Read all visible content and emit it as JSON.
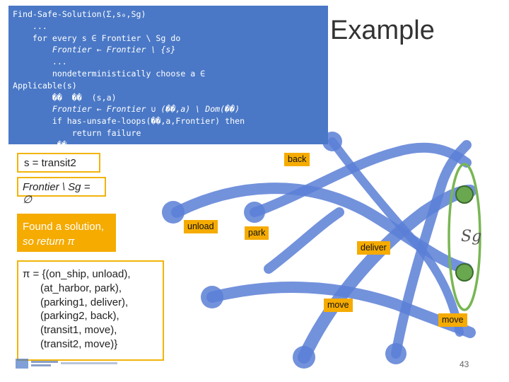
{
  "slide": {
    "title": "Example",
    "page_number": "43"
  },
  "code": {
    "lines": [
      "Find-Safe-Solution(Σ,s₀,Sg)",
      "    ...",
      "    for every s ∈ Frontier \\ Sg do",
      "        Frontier ← Frontier \\ {s}",
      "        ...",
      "        nondeterministically choose a ∈",
      "Applicable(s)",
      "        ��  ��  (s,a)",
      "        Frontier ← Frontier ∪ (��,a) \\ Dom(��)",
      "        if has-unsafe-loops(��,a,Frontier) then",
      "            return failure",
      "    ...  ��"
    ]
  },
  "boxes": {
    "s_value": "s = transit2",
    "frontier": "Frontier \\ Sg = ∅",
    "found_line1": "Found a solution,",
    "found_line2": "so return π"
  },
  "policy": {
    "lines": [
      "π = {(on_ship, unload),",
      "      (at_harbor, park),",
      "      (parking1, deliver),",
      "      (parking2, back),",
      "      (transit1, move),",
      "      (transit2, move)}"
    ]
  },
  "actions": {
    "back": "back",
    "unload": "unload",
    "park": "park",
    "deliver": "deliver",
    "move1": "move",
    "move2": "move"
  },
  "goal_label": "Sg",
  "colors": {
    "code_bg": "#4a78c6",
    "accent": "#f5ab00",
    "graph": "#5b7fd6",
    "goal_node": "#6aa84f",
    "goal_ring": "#79b654"
  }
}
